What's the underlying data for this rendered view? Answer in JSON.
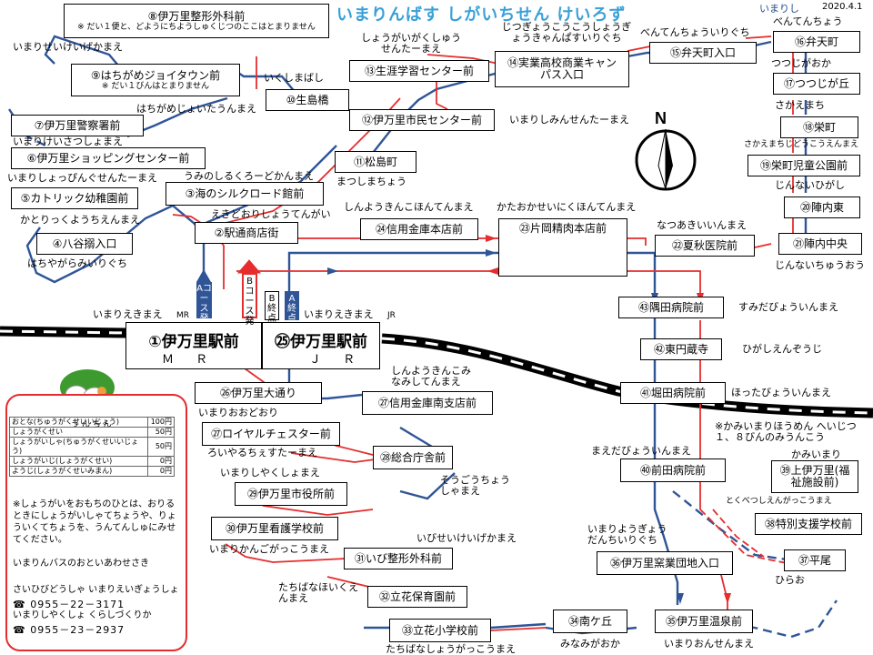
{
  "header": {
    "title": "いまりんばす しがいちせん けいろず",
    "date": "2020.4.1",
    "corner_label": "いまりし"
  },
  "stations": [
    {
      "name": "①伊万里駅前",
      "sub": "Ｍ Ｒ",
      "yomi": "いまりえきまえ",
      "line": "MR"
    },
    {
      "name": "㉕伊万里駅前",
      "sub": "Ｊ Ｒ",
      "yomi": "いまりえきまえ",
      "line": "JR"
    }
  ],
  "course_labels": {
    "a_depart": "Aコース発",
    "b_depart": "Bコース発",
    "b_end": "B終点",
    "a_end": "A終点"
  },
  "stops": [
    {
      "id": "s8",
      "name": "⑧伊万里整形外科前",
      "note": "※ だい１便と、どようにちようしゅくじつのここはとまりません",
      "yomi": "いまりせいけいげかまえ"
    },
    {
      "id": "s9",
      "name": "⑨はちがめジョイタウン前",
      "note": "※ だい１びんはとまりません",
      "yomi": "はちがめじょいたうんまえ"
    },
    {
      "id": "s10",
      "name": "⑩生島橋",
      "yomi": "いくしまばし"
    },
    {
      "id": "s7",
      "name": "⑦伊万里警察署前",
      "yomi": "いまりけいさつしょまえ"
    },
    {
      "id": "s6",
      "name": "⑥伊万里ショッピングセンター前",
      "yomi": "いまりしょっぴんぐせんたーまえ"
    },
    {
      "id": "s5",
      "name": "⑤カトリック幼稚園前",
      "yomi": "かとりっくようちえんまえ"
    },
    {
      "id": "s4",
      "name": "④八谷搦入口",
      "yomi": "はちやがらみいりぐち"
    },
    {
      "id": "s3",
      "name": "③海のシルクロード館前",
      "yomi": "うみのしるくろーどかんまえ"
    },
    {
      "id": "s2",
      "name": "②駅通商店街",
      "yomi": "えきどおりしょうてんがい"
    },
    {
      "id": "s11",
      "name": "⑪松島町",
      "yomi": "まつしまちょう"
    },
    {
      "id": "s12",
      "name": "⑫伊万里市民センター前",
      "yomi": "いまりしみんせんたーまえ"
    },
    {
      "id": "s13",
      "name": "⑬生涯学習センター前",
      "yomi": "しょうがいがくしゅうせんたーまえ"
    },
    {
      "id": "s14",
      "name": "⑭実業高校商業キャンパス入口",
      "yomi": "じつぎょうこうこうしょうぎょうきゃんぱすいりぐち"
    },
    {
      "id": "s15",
      "name": "⑮弁天町入口",
      "yomi": "べんてんちょういりぐち"
    },
    {
      "id": "s16",
      "name": "⑯弁天町",
      "yomi": "べんてんちょう"
    },
    {
      "id": "s17",
      "name": "⑰つつじが丘",
      "yomi": "つつじがおか"
    },
    {
      "id": "s18",
      "name": "⑱栄町",
      "yomi": "さかえまち"
    },
    {
      "id": "s19",
      "name": "⑲栄町児童公園前",
      "yomi": "さかえまちじどうこうえんまえ"
    },
    {
      "id": "s20",
      "name": "⑳陣内東",
      "yomi": "じんないひがし"
    },
    {
      "id": "s21",
      "name": "㉑陣内中央",
      "yomi": "じんないちゅうおう"
    },
    {
      "id": "s22",
      "name": "㉒夏秋医院前",
      "yomi": "なつあきいいんまえ"
    },
    {
      "id": "s23",
      "name": "㉓片岡精肉本店前",
      "yomi": "かたおかせいにくほんてんまえ"
    },
    {
      "id": "s24",
      "name": "㉔信用金庫本店前",
      "yomi": "しんようきんこほんてんまえ"
    },
    {
      "id": "s43",
      "name": "㊸隅田病院前",
      "yomi": "すみだびょういんまえ"
    },
    {
      "id": "s42",
      "name": "㊷東円蔵寺",
      "yomi": "ひがしえんぞうじ"
    },
    {
      "id": "s41",
      "name": "㊶堀田病院前",
      "yomi": "ほったびょういんまえ"
    },
    {
      "id": "s40",
      "name": "㊵前田病院前",
      "yomi": "まえだびょういんまえ"
    },
    {
      "id": "s39",
      "name": "㊴上伊万里(福祉施設前)",
      "yomi": "かみいまり",
      "note": "※かみいまりほうめん へいじつ１、８びんのみうんこう"
    },
    {
      "id": "s38",
      "name": "㊳特別支援学校前",
      "yomi": "とくべつしえんがっこうまえ"
    },
    {
      "id": "s37",
      "name": "㊲平尾",
      "yomi": "ひらお"
    },
    {
      "id": "s36",
      "name": "㊱伊万里窯業団地入口",
      "yomi": "いまりようぎょうだんちいりぐち"
    },
    {
      "id": "s35",
      "name": "㉟伊万里温泉前",
      "yomi": "いまりおんせんまえ"
    },
    {
      "id": "s34",
      "name": "㉞南ケ丘",
      "yomi": "みなみがおか"
    },
    {
      "id": "s33",
      "name": "㉝立花小学校前",
      "yomi": "たちばなしょうがっこうまえ"
    },
    {
      "id": "s32",
      "name": "㉜立花保育園前",
      "yomi": "たちばなほいくえんまえ"
    },
    {
      "id": "s31",
      "name": "㉛いび整形外科前",
      "yomi": "いびせいけいげかまえ"
    },
    {
      "id": "s30",
      "name": "㉚伊万里看護学校前",
      "yomi": "いまりかんごがっこうまえ"
    },
    {
      "id": "s29",
      "name": "㉙伊万里市役所前",
      "yomi": "いまりしやくしょまえ"
    },
    {
      "id": "s28",
      "name": "㉘総合庁舎前",
      "yomi": "そうごうちょうしゃまえ"
    },
    {
      "id": "s27",
      "name": "㉗ロイヤルチェスター前",
      "yomi": "ろいやるちぇすたーまえ"
    },
    {
      "id": "s26",
      "name": "㉖伊万里大通り",
      "yomi": "いまりおおどおり"
    },
    {
      "id": "s27b",
      "name": "㉗信用金庫南支店前",
      "yomi": "しんようきんこみなみしてんまえ"
    }
  ],
  "compass": {
    "label": "N"
  },
  "fare": {
    "title": "う ん ち ん",
    "rows": [
      [
        "おとな(ちゅうがくせいいじょう)",
        "100円"
      ],
      [
        "しょうがくせい",
        "50円"
      ],
      [
        "しょうがいしゃ(ちゅうがくせいいじょう)",
        "50円"
      ],
      [
        "しょうがいじ(しょうがくせい)",
        "0円"
      ],
      [
        "ようじ(しょうがくせいみまん)",
        "0円"
      ]
    ],
    "note": "※しょうがいをおもちのひとは、おりるときにしょうがいしゃてちょうや、りょういくてちょうを、うんてんしゅにみせてください。",
    "ask": "いまりんバスのおといあわせさき",
    "contacts": [
      {
        "label": "さいひびどうしゃ いまりえいぎょうしょ",
        "phone": "☎ 0955－22－3171"
      },
      {
        "label": "いまりしやくしょ くらしづくりか",
        "phone": "☎ 0955－23－2937"
      }
    ]
  },
  "colors": {
    "title": "#3aa0d8",
    "route_a": "#2f5597",
    "route_b": "#e52d2d",
    "rail": "#000000"
  }
}
